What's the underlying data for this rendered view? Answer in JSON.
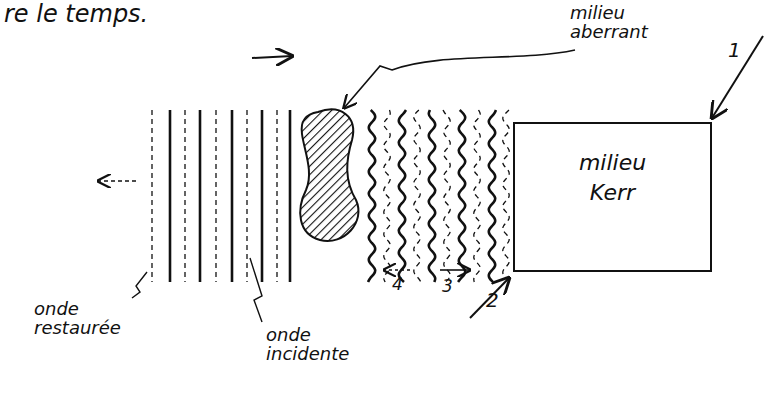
{
  "diagram": {
    "nodes": [
      {
        "text": [
          "milieu Kerr"
        ]
      }
    ],
    "labels": [
      "re le temps.",
      "milieu aberrant",
      "onde restaurée",
      "onde incidente",
      "1",
      "2",
      "3",
      "4"
    ]
  }
}
